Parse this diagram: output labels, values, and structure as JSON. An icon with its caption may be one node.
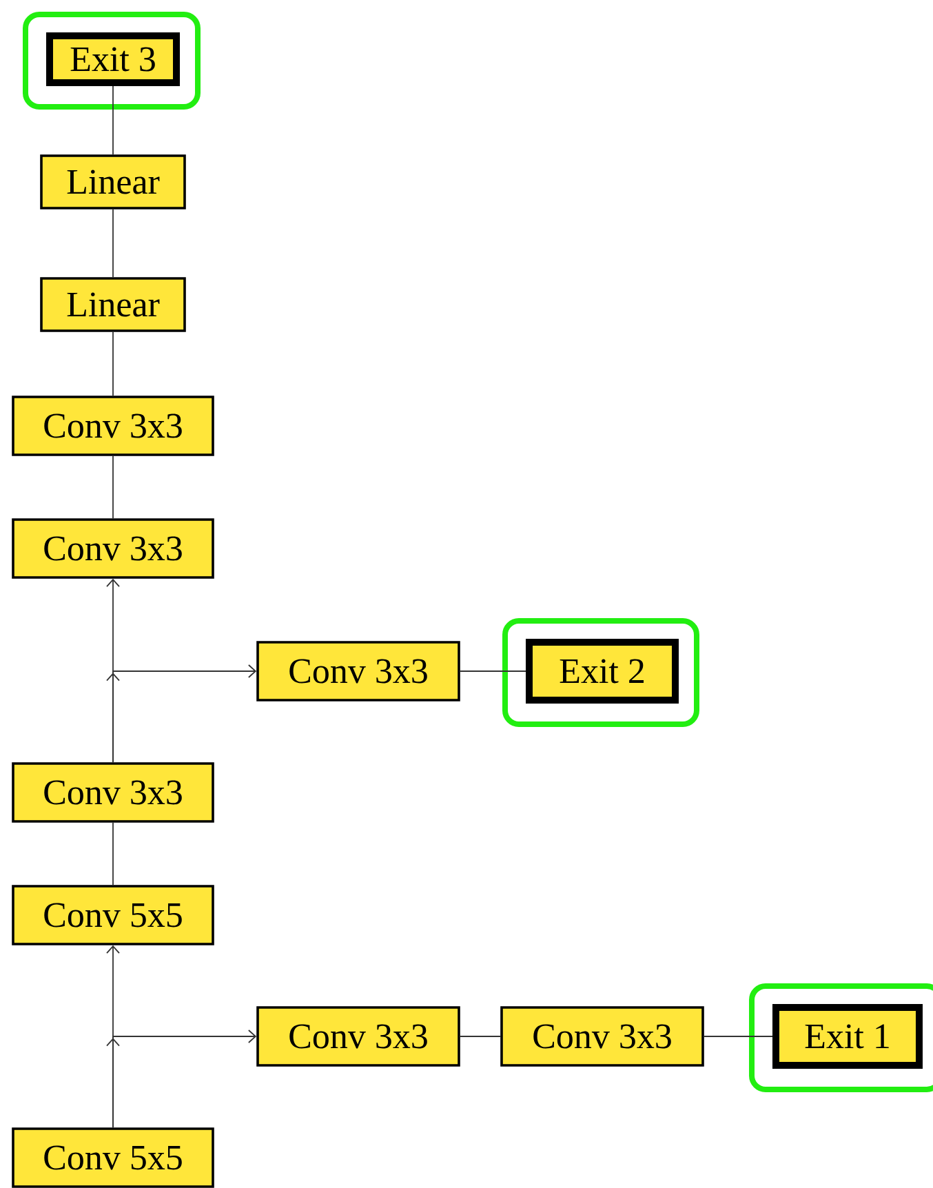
{
  "diagram": {
    "nodes": [
      {
        "text": [
          "Exit 3"
        ]
      },
      {
        "text": [
          "Linear"
        ]
      },
      {
        "text": [
          "Linear"
        ]
      },
      {
        "text": [
          "Conv 3x3"
        ]
      },
      {
        "text": [
          "Conv 3x3"
        ]
      },
      {
        "text": [
          "Conv 3x3"
        ]
      },
      {
        "text": [
          "Exit 2"
        ]
      },
      {
        "text": [
          "Conv 3x3"
        ]
      },
      {
        "text": [
          "Conv 5x5"
        ]
      },
      {
        "text": [
          "Conv 3x3"
        ]
      },
      {
        "text": [
          "Conv 3x3"
        ]
      },
      {
        "text": [
          "Exit 1"
        ]
      },
      {
        "text": [
          "Conv 5x5"
        ]
      }
    ],
    "edges": [
      {
        "from": 1,
        "to": 0,
        "arrow": "none"
      },
      {
        "from": 2,
        "to": 1,
        "arrow": "none"
      },
      {
        "from": 3,
        "to": 2,
        "arrow": "none"
      },
      {
        "from": 4,
        "to": 3,
        "arrow": "none"
      },
      {
        "from": 7,
        "to": 4,
        "arrow": "to"
      },
      {
        "from": 7,
        "to": 5,
        "arrow": "to"
      },
      {
        "from": 5,
        "to": 6,
        "arrow": "none"
      },
      {
        "from": 8,
        "to": 7,
        "arrow": "none"
      },
      {
        "from": 12,
        "to": 8,
        "arrow": "to"
      },
      {
        "from": 12,
        "to": 9,
        "arrow": "to"
      },
      {
        "from": 9,
        "to": 10,
        "arrow": "none"
      },
      {
        "from": 10,
        "to": 11,
        "arrow": "none"
      }
    ]
  }
}
